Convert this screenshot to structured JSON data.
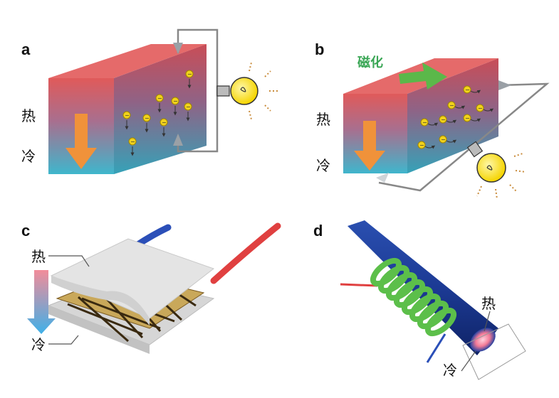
{
  "panels": {
    "a": {
      "label": "a",
      "hot": "热",
      "cold": "冷"
    },
    "b": {
      "label": "b",
      "hot": "热",
      "cold": "冷",
      "magnet": "磁化"
    },
    "c": {
      "label": "c",
      "hot": "热",
      "cold": "冷"
    },
    "d": {
      "label": "d",
      "hot": "热",
      "cold": "冷"
    }
  },
  "electron_symbol": "−",
  "colors": {
    "hot": "#e25a5a",
    "cold": "#3fb4c9",
    "arrow_orange": "#f0923a",
    "arrow_green": "#5bb84a",
    "bulb": "#ffe21a",
    "electron": "#f1d21c",
    "wire": "#888888"
  },
  "icons": [
    "light-bulb-icon",
    "electron-icon",
    "heat-flow-arrow-icon",
    "magnetization-arrow-icon"
  ]
}
